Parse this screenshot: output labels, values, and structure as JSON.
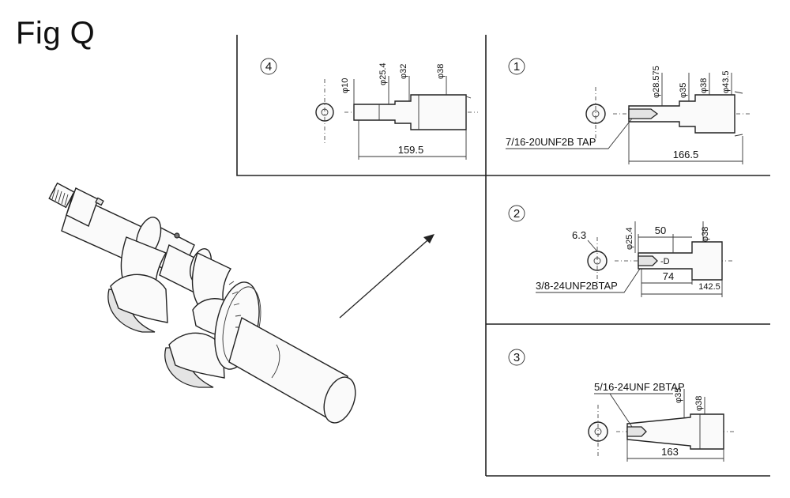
{
  "figure": {
    "title": "Fig Q"
  },
  "details": [
    {
      "number": "4",
      "tap": "",
      "dims": {
        "d1": "φ10",
        "d2": "φ25.4",
        "d3": "φ32",
        "d4": "φ38",
        "len_total": "159.5"
      }
    },
    {
      "number": "1",
      "tap": "7/16-20UNF2B TAP",
      "dims": {
        "d1": "φ28.575",
        "d2": "φ35",
        "d3": "φ38",
        "d4": "φ43.5",
        "len_total": "166.5"
      }
    },
    {
      "number": "2",
      "tap": "3/8-24UNF2BTAP",
      "dims": {
        "d0": "6.3",
        "d1": "φ25.4",
        "d2": "φ38",
        "len_a": "50",
        "len_b": "74",
        "len_total": "142.5"
      }
    },
    {
      "number": "3",
      "tap": "5/16-24UNF 2BTAP",
      "dims": {
        "d1": "φ35",
        "d2": "φ38",
        "len_total": "163"
      }
    }
  ]
}
